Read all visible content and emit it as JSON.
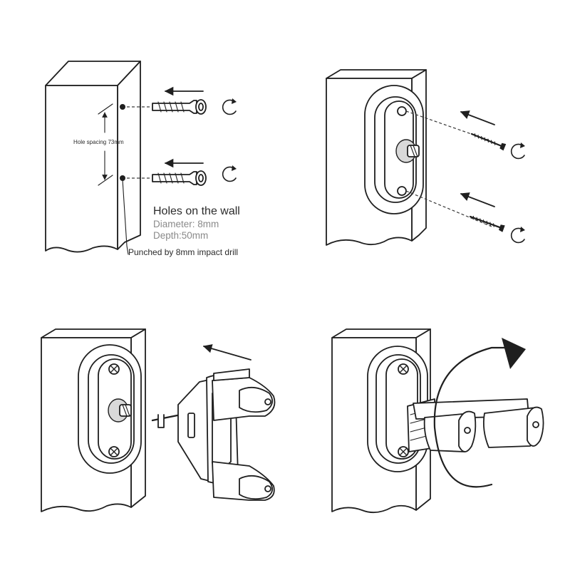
{
  "step1": {
    "hole_spacing": "Hole spacing 73mm",
    "holes_title": "Holes on the wall",
    "diameter": "Diameter: 8mm",
    "depth": "Depth:50mm",
    "drill_note": "Punched by 8mm impact drill"
  },
  "icons": {
    "arrow": "direction-arrow-icon",
    "rotate": "clockwise-rotate-icon",
    "screw": "screw-icon",
    "anchor": "wall-anchor-icon"
  },
  "colors": {
    "line": "#1f1f1f",
    "spec_text": "#8a8a8a",
    "background": "#ffffff"
  }
}
